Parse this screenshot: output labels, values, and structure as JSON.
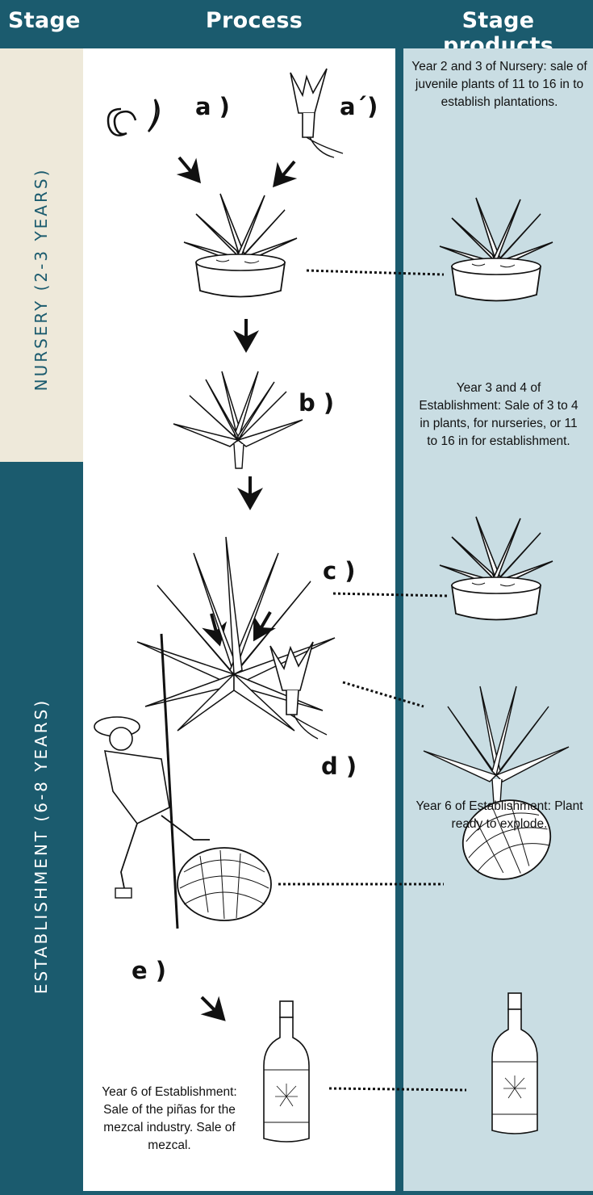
{
  "header": {
    "stage": "Stage",
    "process": "Process",
    "products": "Stage products"
  },
  "stages": {
    "nursery": "NURSERY (2-3 YEARS)",
    "establishment": "ESTABLISHMENT (6-8 YEARS)"
  },
  "process_labels": {
    "a": "a )",
    "a_prime": "a´)",
    "b": "b )",
    "c": "c )",
    "d": "d )",
    "e": "e )"
  },
  "products": {
    "p1": "Year 2 and 3 of Nursery: sale of juvenile plants of 11 to 16 in to establish plantations.",
    "p2": "Year 3 and 4 of Establishment: Sale of 3 to 4 in plants, for nurseries, or 11 to 16 in for establishment.",
    "p3": "Year 6 of Establishment: Plant ready to explode."
  },
  "process_text": {
    "e_caption": "Year 6 of Establishment: Sale of the piñas for the mezcal industry. Sale of mezcal."
  },
  "colors": {
    "teal": "#1b5b6e",
    "cream": "#eee9da",
    "light_blue": "#c9dde3",
    "white": "#ffffff"
  }
}
